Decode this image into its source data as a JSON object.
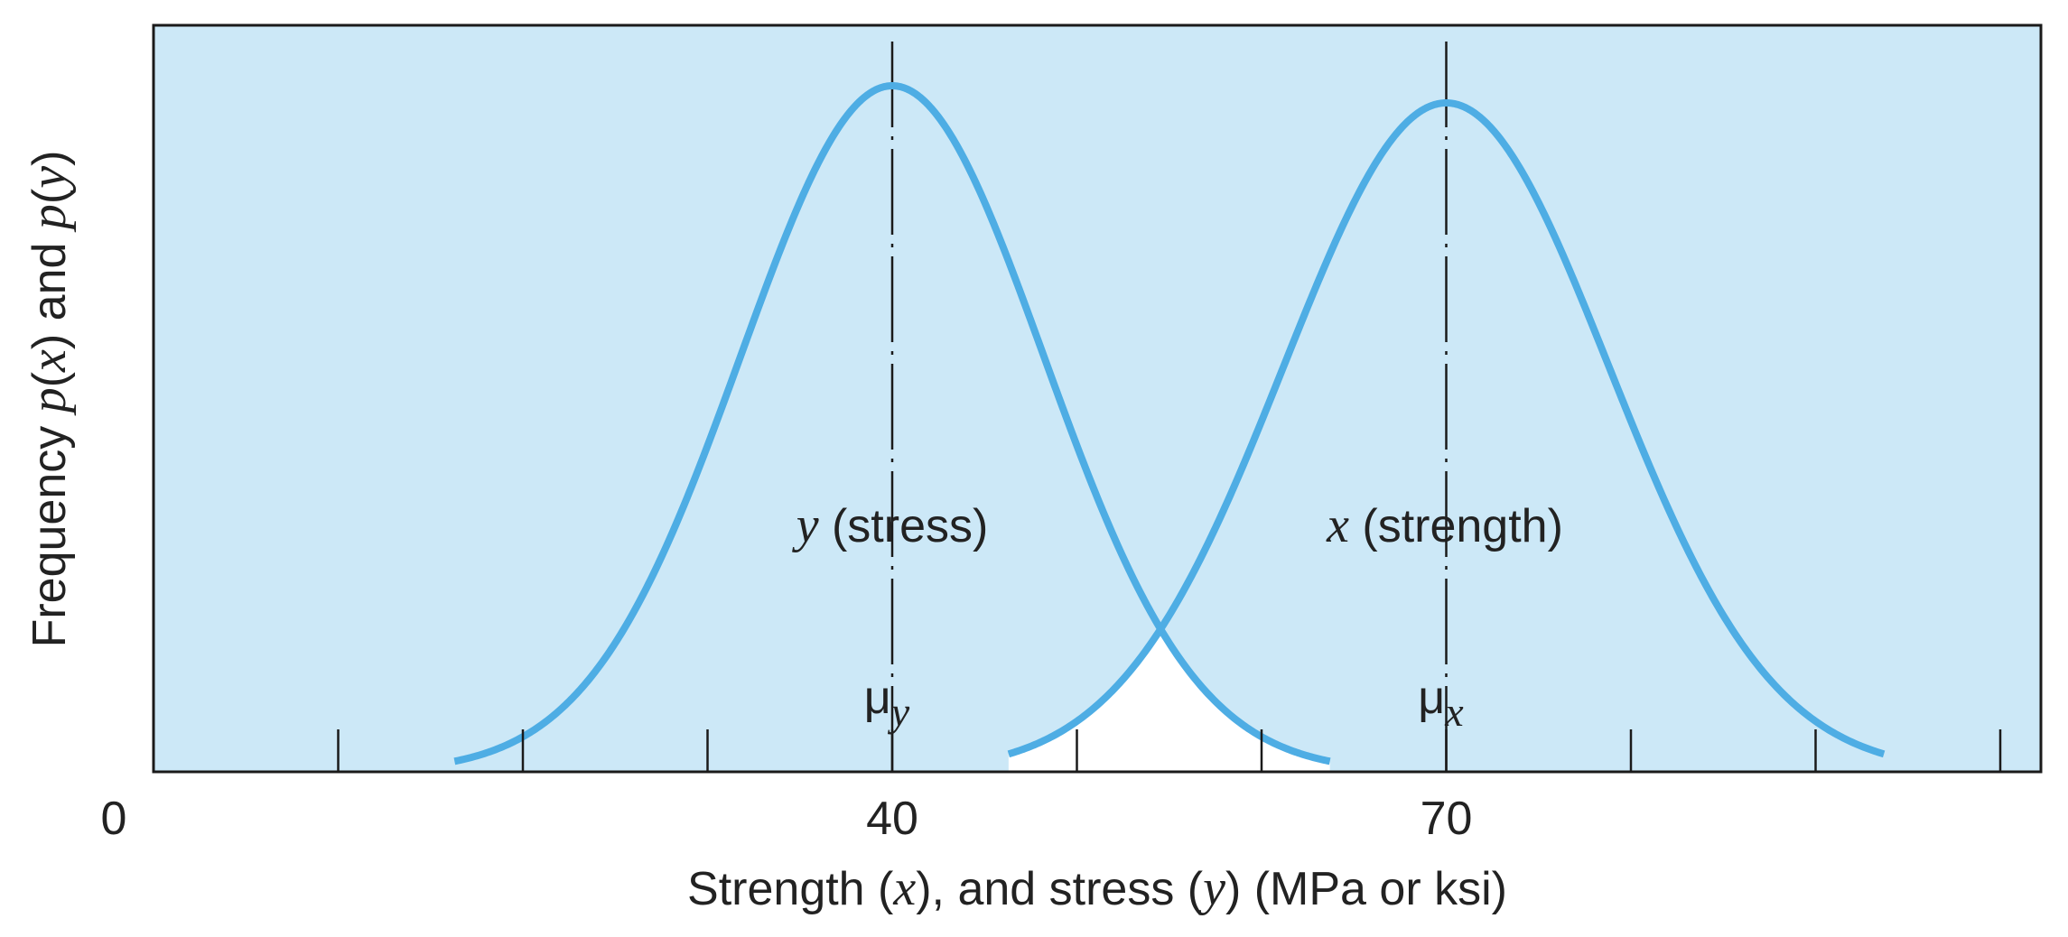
{
  "chart_data": {
    "type": "line",
    "title": "",
    "xlabel_parts": [
      "Strength (",
      "x",
      "), and stress (",
      "y",
      ") (MPa or ksi)"
    ],
    "ylabel_parts": [
      "Frequency ",
      "p",
      "(",
      "x",
      ") and ",
      "p",
      "(",
      "y",
      ")"
    ],
    "x_tick_labels": [
      {
        "value": 0,
        "label": "0"
      },
      {
        "value": 40,
        "label": "40"
      },
      {
        "value": 70,
        "label": "70"
      }
    ],
    "x_minor_ticks": [
      10,
      20,
      30,
      40,
      50,
      60,
      70,
      80,
      90,
      100
    ],
    "xlim": [
      0,
      102
    ],
    "ylim": [
      0,
      1.1
    ],
    "grid": false,
    "series": [
      {
        "name": "stress",
        "variable": "y",
        "mean": 40,
        "sigma": 8.2,
        "peak": 1.0,
        "x_range": [
          16.3,
          63.7
        ],
        "label_var": "y",
        "label_text": " (stress)",
        "mean_symbol": "μ",
        "mean_sub": "y"
      },
      {
        "name": "strength",
        "variable": "x",
        "mean": 70,
        "sigma": 8.8,
        "peak": 0.975,
        "x_range": [
          46.3,
          93.7
        ],
        "label_var": "x",
        "label_text": " (strength)",
        "mean_symbol": "μ",
        "mean_sub": "x"
      }
    ],
    "overlap_region": "below both curves, unshaded",
    "colors": {
      "background": "#cce8f7",
      "curve": "#4eade4",
      "axis": "#1a1a1a",
      "overlap": "#ffffff"
    }
  }
}
